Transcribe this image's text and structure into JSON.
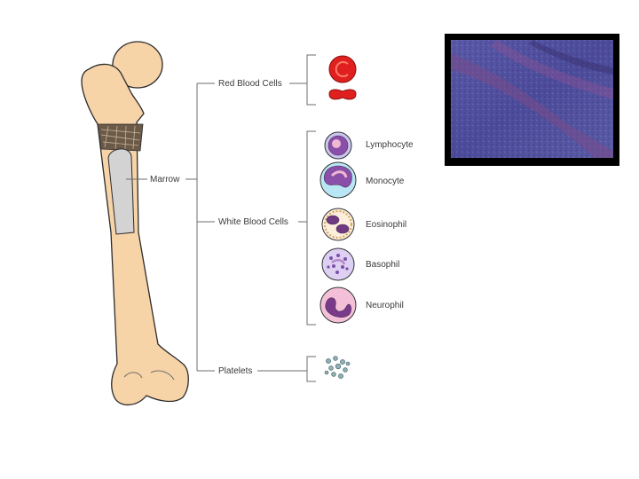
{
  "diagram": {
    "bone_labels": {
      "marrow": "Marrow",
      "red_blood_cells": "Red Blood Cells",
      "white_blood_cells": "White Blood Cells",
      "platelets": "Platelets"
    },
    "white_cells": [
      "Lymphocyte",
      "Monocyte",
      "Eosinophil",
      "Basophil",
      "Neurophil"
    ]
  },
  "colors": {
    "bone": "#f7d3a8",
    "marrow": "#d3d3d3",
    "red_cell": "#e0201e",
    "micrograph_tissue": "#4d4c9a",
    "micrograph_stain": "#7a4a88"
  }
}
